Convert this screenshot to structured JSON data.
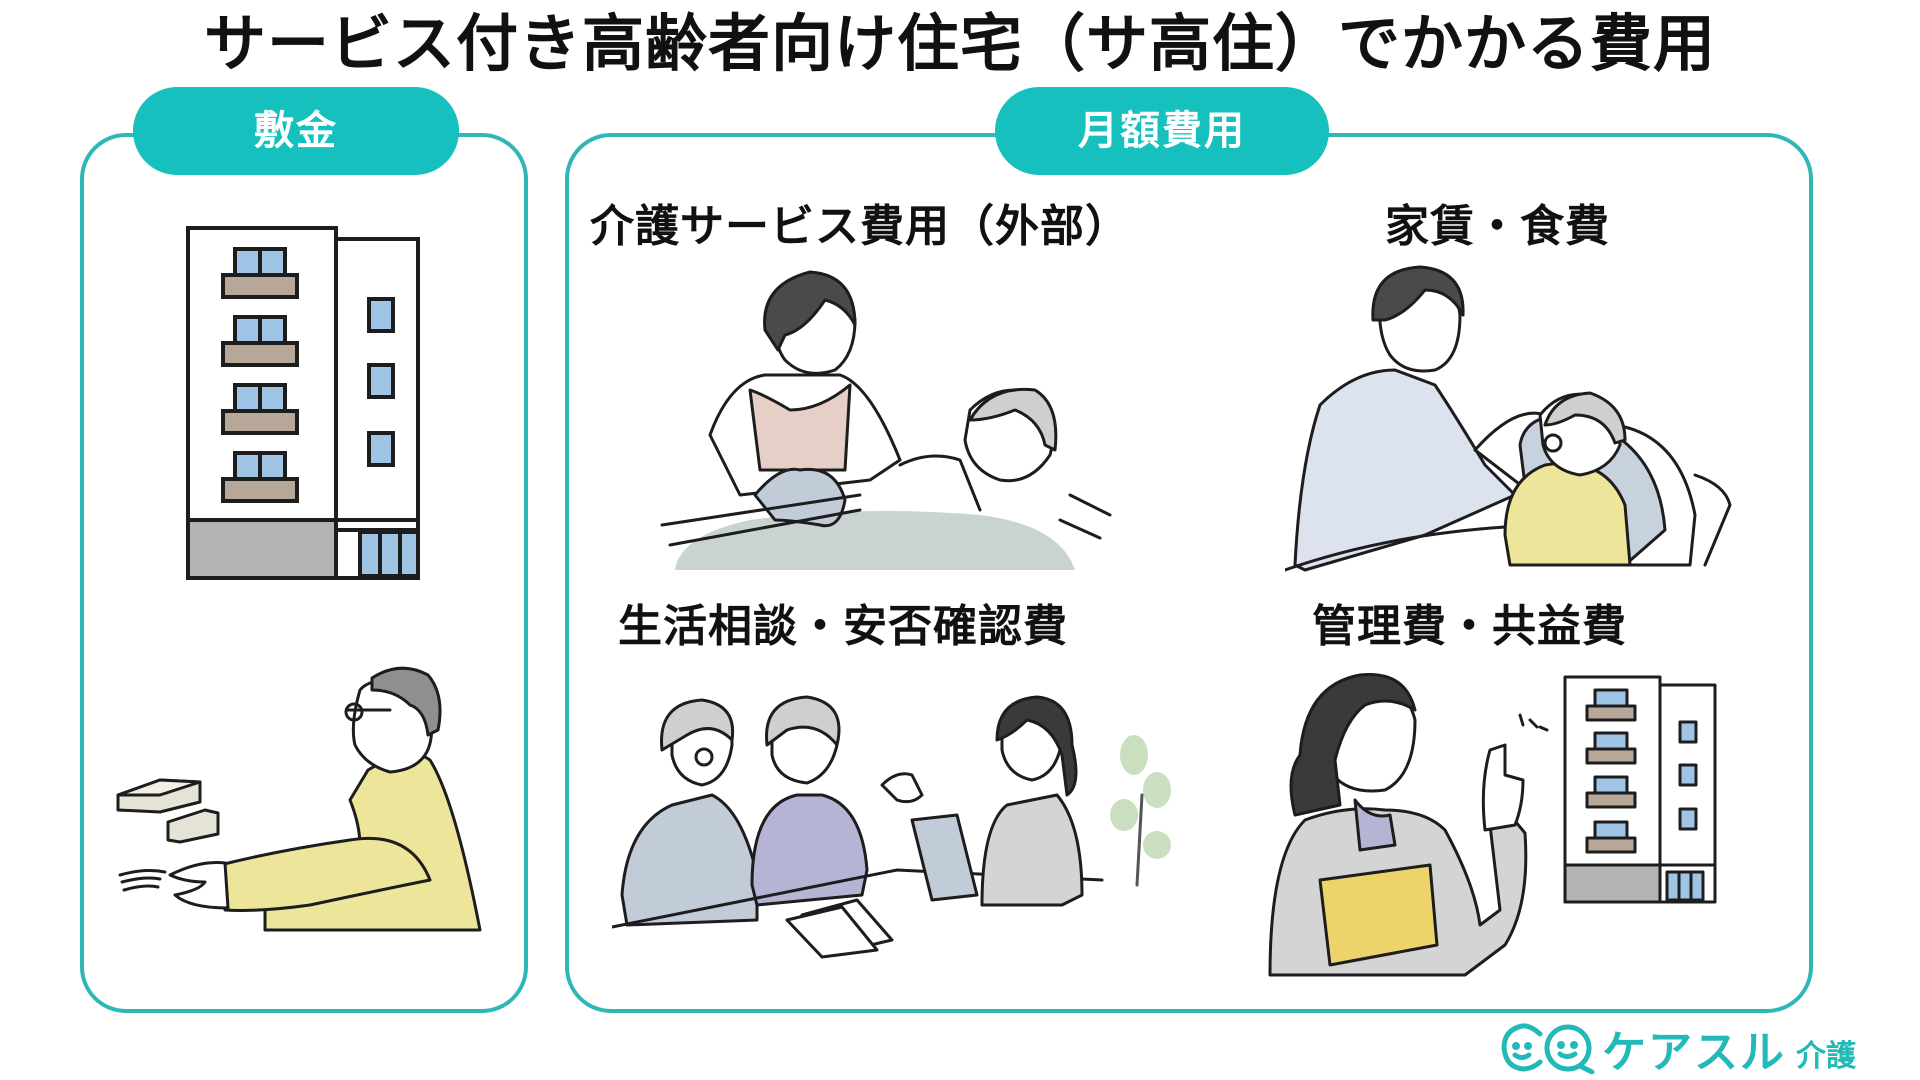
{
  "title": "サービス付き高齢者向け住宅（サ高住）でかかる費用",
  "colors": {
    "accent": "#16c0bf",
    "border": "#2fb6b6",
    "text": "#111111",
    "window_blue": "#9fc4e6",
    "balcony_brown": "#b8a89a",
    "ground_gray": "#b3b3b3",
    "shirt_yellow": "#ede59a",
    "apron_pink": "#e6cfc6",
    "blanket_gray": "#c9d3d2",
    "cardigan_purple": "#b6b4d4",
    "folder_yellow": "#ecd36a",
    "jacket_gray": "#d4d4d4",
    "uniform_blue": "#dce3ef"
  },
  "sections": {
    "deposit": {
      "pill_label": "敷金",
      "illustrations": [
        "apartment-building-illustration",
        "man-handing-money-illustration"
      ]
    },
    "monthly": {
      "pill_label": "月額費用",
      "items": [
        {
          "label": "介護サービス費用（外部）",
          "illustration": "caregiver-with-bedridden-elder"
        },
        {
          "label": "家賃・食費",
          "illustration": "caregiver-with-elder-in-bed"
        },
        {
          "label": "生活相談・安否確認費",
          "illustration": "consultation-with-elderly-couple"
        },
        {
          "label": "管理費・共益費",
          "illustration": "staff-pointing-at-building"
        }
      ]
    }
  },
  "logo": {
    "icon": "smiling-faces-icon",
    "name": "ケアスル",
    "sub": "介護"
  }
}
